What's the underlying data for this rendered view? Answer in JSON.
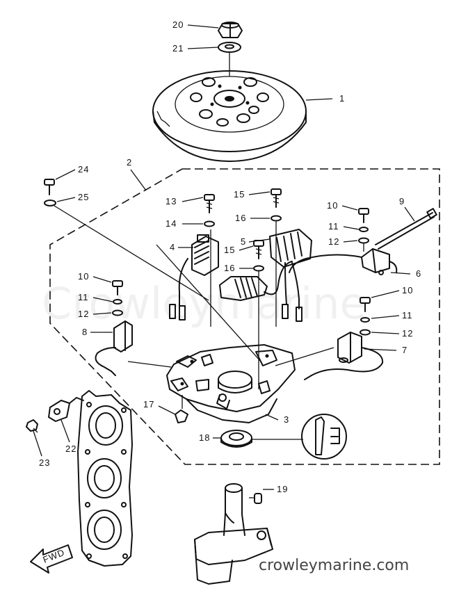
{
  "watermark_text": "Crowleymarine",
  "site_text": "crowleymarine.com",
  "direction_label": "FWD",
  "part_labels": {
    "p1": "1",
    "p2": "2",
    "p3": "3",
    "p4": "4",
    "p5": "5",
    "p6": "6",
    "p7": "7",
    "p8": "8",
    "p9": "9",
    "p10a": "10",
    "p10b": "10",
    "p10c": "10",
    "p11a": "11",
    "p11b": "11",
    "p11c": "11",
    "p12a": "12",
    "p12b": "12",
    "p12c": "12",
    "p13": "13",
    "p14": "14",
    "p15a": "15",
    "p15b": "15",
    "p16a": "16",
    "p16b": "16",
    "p17": "17",
    "p18": "18",
    "p19": "19",
    "p20": "20",
    "p21": "21",
    "p22": "22",
    "p23": "23",
    "p24": "24",
    "p25": "25"
  },
  "colors": {
    "ink": "#111111",
    "paper": "#ffffff",
    "watermark": "#e8e8e8",
    "site": "#444444"
  }
}
